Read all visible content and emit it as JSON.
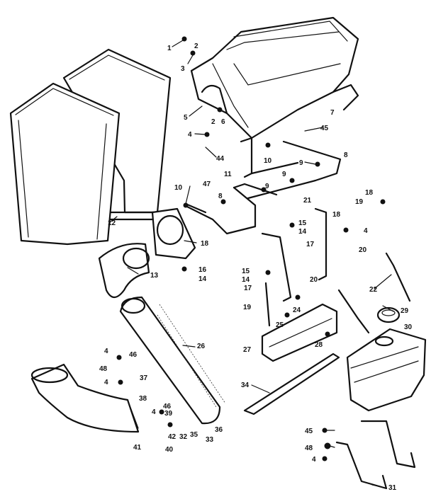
{
  "callouts": [
    {
      "id": "c1",
      "text": "1"
    },
    {
      "id": "c2a",
      "text": "2"
    },
    {
      "id": "c3",
      "text": "3"
    },
    {
      "id": "c5",
      "text": "5"
    },
    {
      "id": "c2b",
      "text": "2"
    },
    {
      "id": "c6",
      "text": "6"
    },
    {
      "id": "c4a",
      "text": "4"
    },
    {
      "id": "c7",
      "text": "7"
    },
    {
      "id": "c45a",
      "text": "45"
    },
    {
      "id": "c44",
      "text": "44"
    },
    {
      "id": "c10a",
      "text": "10"
    },
    {
      "id": "c8a",
      "text": "8"
    },
    {
      "id": "c9a",
      "text": "9"
    },
    {
      "id": "c11",
      "text": "11"
    },
    {
      "id": "c47",
      "text": "47"
    },
    {
      "id": "c9b",
      "text": "9"
    },
    {
      "id": "c9c",
      "text": "9"
    },
    {
      "id": "c10b",
      "text": "10"
    },
    {
      "id": "c8b",
      "text": "8"
    },
    {
      "id": "c12",
      "text": "12"
    },
    {
      "id": "c21",
      "text": "21"
    },
    {
      "id": "c19a",
      "text": "19"
    },
    {
      "id": "c18a",
      "text": "18"
    },
    {
      "id": "c18b",
      "text": "18"
    },
    {
      "id": "c15a",
      "text": "15"
    },
    {
      "id": "c14a",
      "text": "14"
    },
    {
      "id": "c4b",
      "text": "4"
    },
    {
      "id": "c20a",
      "text": "20"
    },
    {
      "id": "c17a",
      "text": "17"
    },
    {
      "id": "c18c",
      "text": "18"
    },
    {
      "id": "c13",
      "text": "13"
    },
    {
      "id": "c16",
      "text": "16"
    },
    {
      "id": "c14b",
      "text": "14"
    },
    {
      "id": "c15b",
      "text": "15"
    },
    {
      "id": "c14c",
      "text": "14"
    },
    {
      "id": "c17b",
      "text": "17"
    },
    {
      "id": "c20b",
      "text": "20"
    },
    {
      "id": "c19b",
      "text": "19"
    },
    {
      "id": "c22",
      "text": "22"
    },
    {
      "id": "c24",
      "text": "24"
    },
    {
      "id": "c25",
      "text": "25"
    },
    {
      "id": "c29",
      "text": "29"
    },
    {
      "id": "c30",
      "text": "30"
    },
    {
      "id": "c26",
      "text": "26"
    },
    {
      "id": "c27",
      "text": "27"
    },
    {
      "id": "c28",
      "text": "28"
    },
    {
      "id": "c4c",
      "text": "4"
    },
    {
      "id": "c46a",
      "text": "46"
    },
    {
      "id": "c48a",
      "text": "48"
    },
    {
      "id": "c4d",
      "text": "4"
    },
    {
      "id": "c37",
      "text": "37"
    },
    {
      "id": "c34",
      "text": "34"
    },
    {
      "id": "c38",
      "text": "38"
    },
    {
      "id": "c46b",
      "text": "46"
    },
    {
      "id": "c39",
      "text": "39"
    },
    {
      "id": "c4e",
      "text": "4"
    },
    {
      "id": "c42",
      "text": "42"
    },
    {
      "id": "c32",
      "text": "32"
    },
    {
      "id": "c35",
      "text": "35"
    },
    {
      "id": "c36",
      "text": "36"
    },
    {
      "id": "c33",
      "text": "33"
    },
    {
      "id": "c41",
      "text": "41"
    },
    {
      "id": "c40",
      "text": "40"
    },
    {
      "id": "c45b",
      "text": "45"
    },
    {
      "id": "c48b",
      "text": "48"
    },
    {
      "id": "c4f",
      "text": "4"
    },
    {
      "id": "c31",
      "text": "31"
    }
  ]
}
